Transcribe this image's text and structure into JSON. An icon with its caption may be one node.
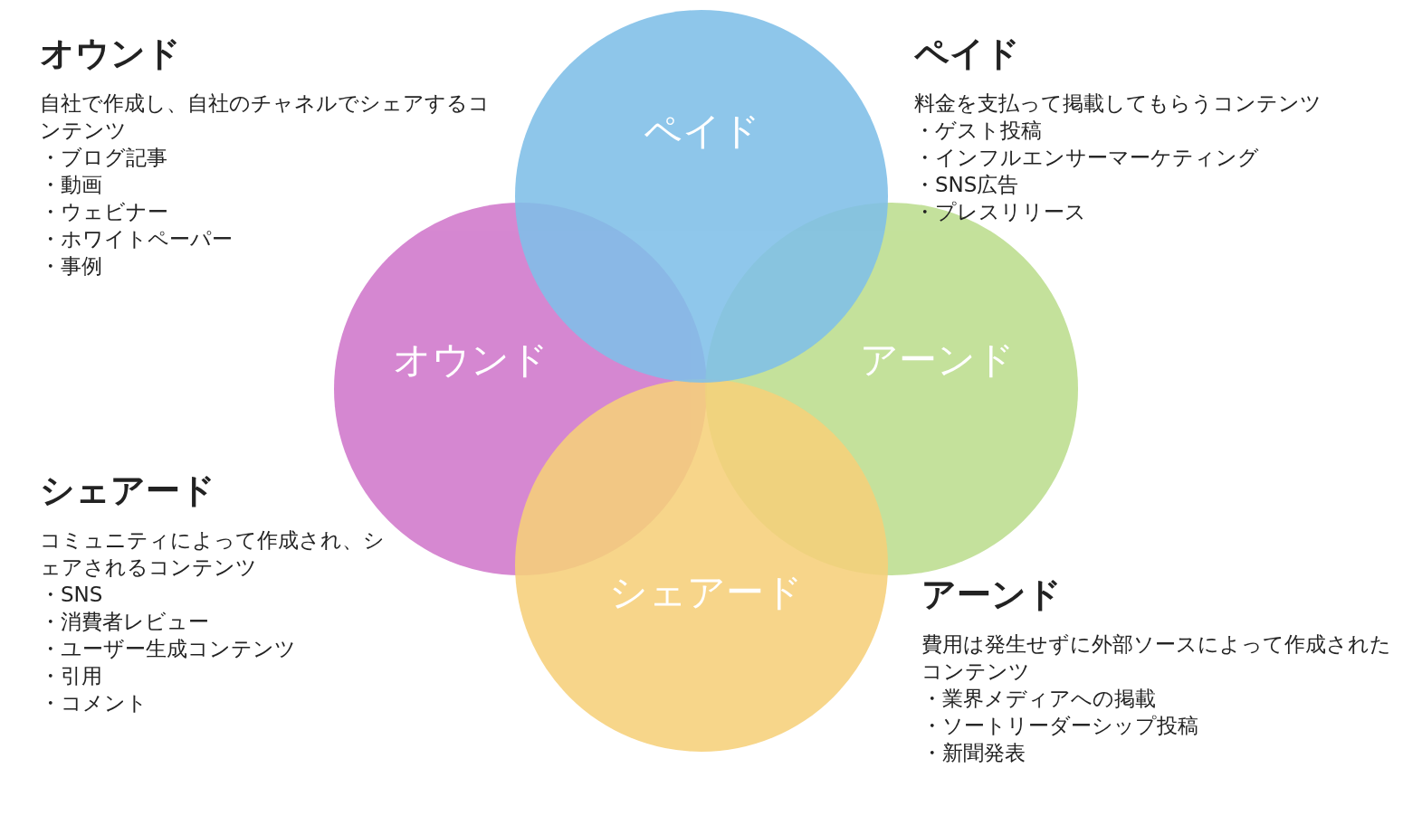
{
  "diagram": {
    "nodes": [
      {
        "text": [
          "ペイド"
        ]
      },
      {
        "text": [
          "オウンド"
        ]
      },
      {
        "text": [
          "アーンド"
        ]
      },
      {
        "text": [
          "シェアード"
        ]
      }
    ],
    "labels": [
      "オウンド",
      "自社で作成し、自社のチャネルでシェアするコンテンツ",
      "・ブログ記事",
      "・動画",
      "・ウェビナー",
      "・ホワイトペーパー",
      "・事例",
      "ペイド",
      "料金を支払って掲載してもらうコンテンツ",
      "・ゲスト投稿",
      "・インフルエンサーマーケティング",
      "・SNS広告",
      "・プレスリリース",
      "シェアード",
      "コミュニティによって作成され、シェアされるコンテンツ",
      "・SNS",
      "・消費者レビュー",
      "・ユーザー生成コンテンツ",
      "・引用",
      "・コメント",
      "アーンド",
      "費用は発生せずに外部ソースによって作成されたコンテンツ",
      "・業界メディアへの掲載",
      "・ソートリーダーシップ投稿",
      "・新聞発表"
    ]
  }
}
